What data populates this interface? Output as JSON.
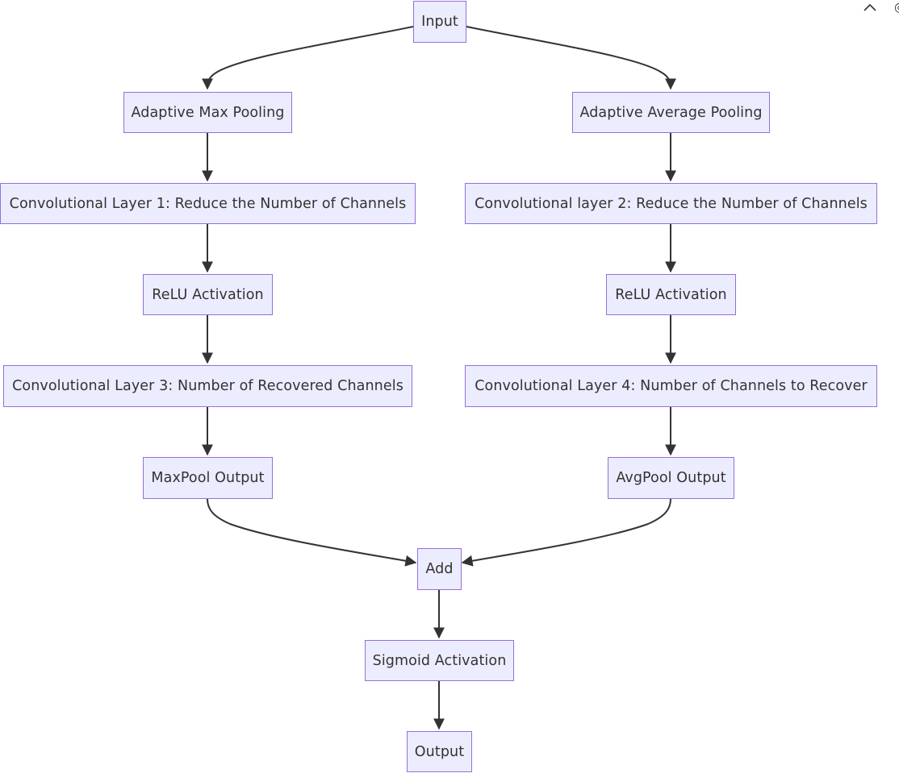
{
  "nodes": {
    "input": "Input",
    "adaptive_max_pooling": "Adaptive Max Pooling",
    "adaptive_average_pooling": "Adaptive Average Pooling",
    "conv_layer_1": "Convolutional Layer 1: Reduce the Number of Channels",
    "conv_layer_2": "Convolutional layer 2: Reduce the Number of Channels",
    "relu_left": "ReLU Activation",
    "relu_right": "ReLU Activation",
    "conv_layer_3": "Convolutional Layer 3: Number of Recovered Channels",
    "conv_layer_4": "Convolutional Layer 4: Number of Channels to Recover",
    "maxpool_output": "MaxPool Output",
    "avgpool_output": "AvgPool Output",
    "add": "Add",
    "sigmoid_activation": "Sigmoid Activation",
    "output": "Output"
  },
  "colors": {
    "node_fill": "#ECECFF",
    "node_border": "#9370DB",
    "edge": "#333333",
    "text": "#333333"
  },
  "icons": {
    "corner": "chevron-up-icon"
  }
}
